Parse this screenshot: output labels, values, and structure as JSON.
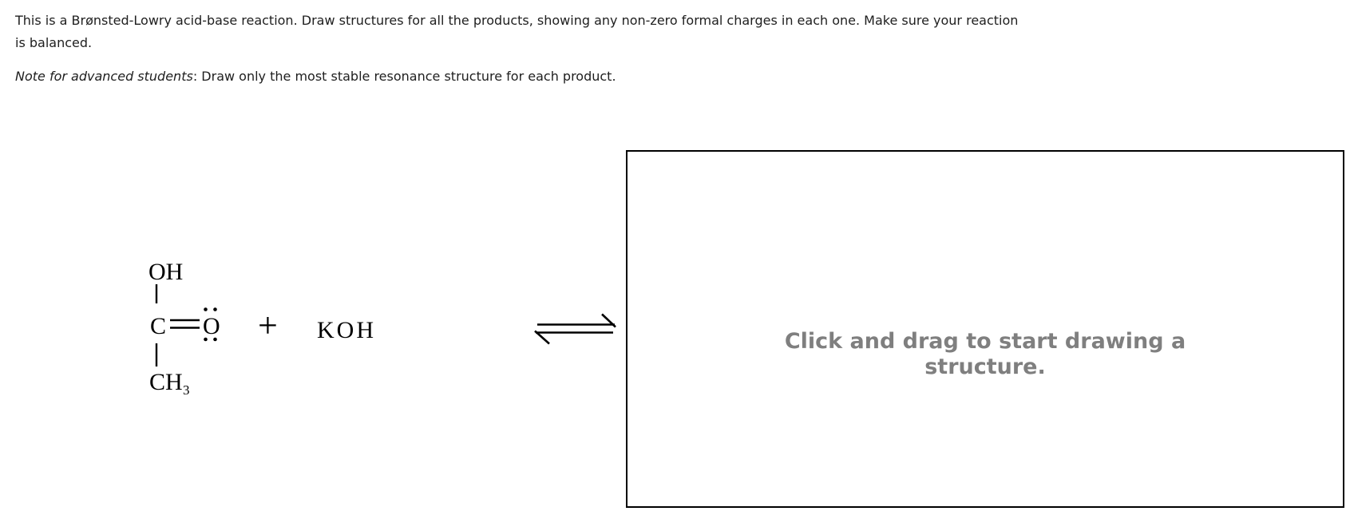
{
  "prompt": {
    "instruction_lines": [
      "This is a Brønsted-Lowry acid-base reaction. Draw structures for all the products, showing any non-zero formal charges in each one. Make sure your reaction",
      "is balanced."
    ],
    "note_label": "Note for advanced students",
    "note_rest": ": Draw only the most stable resonance structure for each product."
  },
  "reaction": {
    "acetic_acid": {
      "hydroxyl": "OH",
      "carbon": "C",
      "carbonyl_oxygen": "O",
      "methyl": "CH",
      "methyl_subscript": "3"
    },
    "plus": "+",
    "base": "KOH"
  },
  "drawing_box": {
    "placeholder_lines": [
      "Click and drag to start drawing a",
      "structure."
    ]
  },
  "colors": {
    "page_text": "#202020",
    "structure_ink": "#000000",
    "placeholder_text": "#7f7f7f",
    "box_border": "#000000"
  }
}
